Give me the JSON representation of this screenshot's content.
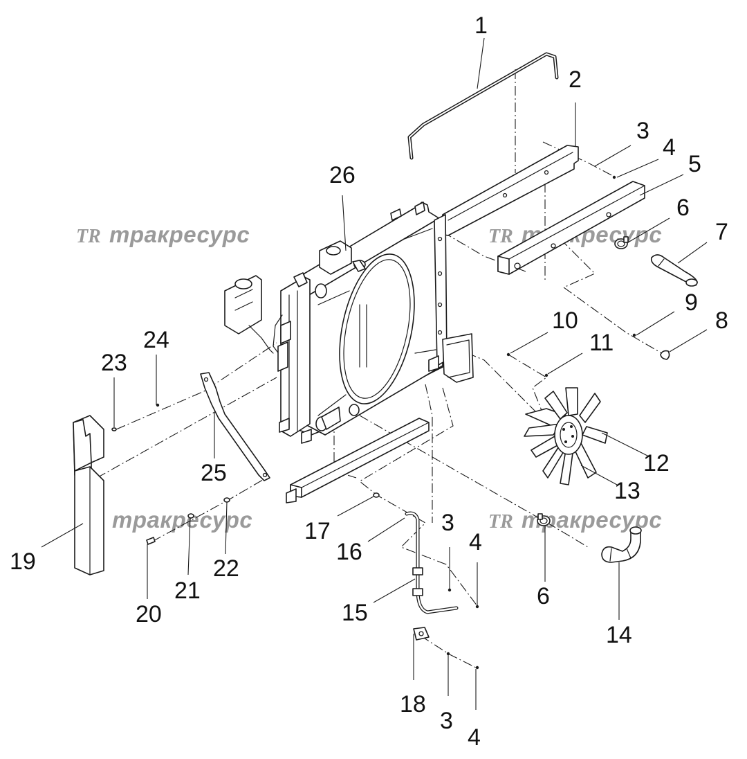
{
  "watermark": {
    "mark": "TR",
    "text": "тракресурс",
    "color": "#9a9a9a"
  },
  "callouts": [
    {
      "id": "1",
      "label": "1"
    },
    {
      "id": "2",
      "label": "2"
    },
    {
      "id": "3",
      "label": "3"
    },
    {
      "id": "4",
      "label": "4"
    },
    {
      "id": "5",
      "label": "5"
    },
    {
      "id": "6",
      "label": "6"
    },
    {
      "id": "7",
      "label": "7"
    },
    {
      "id": "8",
      "label": "8"
    },
    {
      "id": "9",
      "label": "9"
    },
    {
      "id": "10",
      "label": "10"
    },
    {
      "id": "11",
      "label": "11"
    },
    {
      "id": "12",
      "label": "12"
    },
    {
      "id": "13",
      "label": "13"
    },
    {
      "id": "14",
      "label": "14"
    },
    {
      "id": "15",
      "label": "15"
    },
    {
      "id": "16",
      "label": "16"
    },
    {
      "id": "17",
      "label": "17"
    },
    {
      "id": "18",
      "label": "18"
    },
    {
      "id": "19",
      "label": "19"
    },
    {
      "id": "20",
      "label": "20"
    },
    {
      "id": "21",
      "label": "21"
    },
    {
      "id": "22",
      "label": "22"
    },
    {
      "id": "23",
      "label": "23"
    },
    {
      "id": "24",
      "label": "24"
    },
    {
      "id": "25",
      "label": "25"
    },
    {
      "id": "26",
      "label": "26"
    }
  ],
  "line_color": "#1a1a1a",
  "background": "#ffffff"
}
